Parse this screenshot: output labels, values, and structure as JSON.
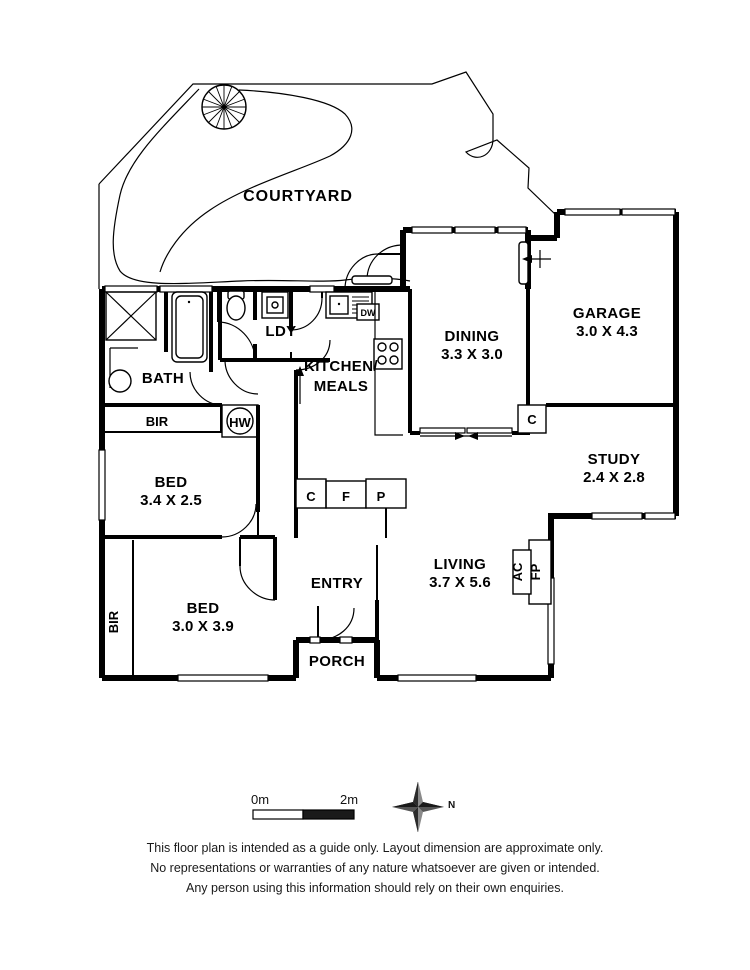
{
  "document": {
    "type": "residential-floor-plan",
    "title": "Floor Plan"
  },
  "rooms": [
    {
      "id": "courtyard",
      "name": "COURTYARD",
      "dimensions": ""
    },
    {
      "id": "bath",
      "name": "BATH",
      "dimensions": ""
    },
    {
      "id": "ldy",
      "name": "LDY",
      "dimensions": ""
    },
    {
      "id": "kitchen",
      "name": "KITCHEN/",
      "name2": "MEALS",
      "dimensions": ""
    },
    {
      "id": "dining",
      "name": "DINING",
      "dimensions": "3.3 X 3.0"
    },
    {
      "id": "garage",
      "name": "GARAGE",
      "dimensions": "3.0 X 4.3"
    },
    {
      "id": "study",
      "name": "STUDY",
      "dimensions": "2.4 X 2.8"
    },
    {
      "id": "bed1",
      "name": "BED",
      "dimensions": "3.4 X 2.5"
    },
    {
      "id": "bed2",
      "name": "BED",
      "dimensions": "3.0 X 3.9"
    },
    {
      "id": "living",
      "name": "LIVING",
      "dimensions": "3.7 X 5.6"
    },
    {
      "id": "entry",
      "name": "ENTRY",
      "dimensions": ""
    },
    {
      "id": "porch",
      "name": "PORCH",
      "dimensions": ""
    }
  ],
  "annotations": {
    "bir_top": "BIR",
    "bir_left": "BIR",
    "hot_water": "HW",
    "dishwasher": "DW",
    "cupboard_kitchen": "C",
    "fridge": "F",
    "pantry": "P",
    "cupboard_dining": "C",
    "air_conditioner": "AC",
    "fireplace": "FP"
  },
  "scale": {
    "start_label": "0m",
    "end_label": "2m"
  },
  "compass": {
    "north_label": "N"
  },
  "disclaimer": {
    "line1": "This floor plan is intended as a guide only. Layout dimension are approximate only.",
    "line2": "No representations or warranties of any nature whatsoever are given or intended.",
    "line3": "Any person using this information should rely on their own enquiries."
  },
  "colors": {
    "wall": "#000000",
    "background": "#ffffff",
    "text": "#000000"
  }
}
